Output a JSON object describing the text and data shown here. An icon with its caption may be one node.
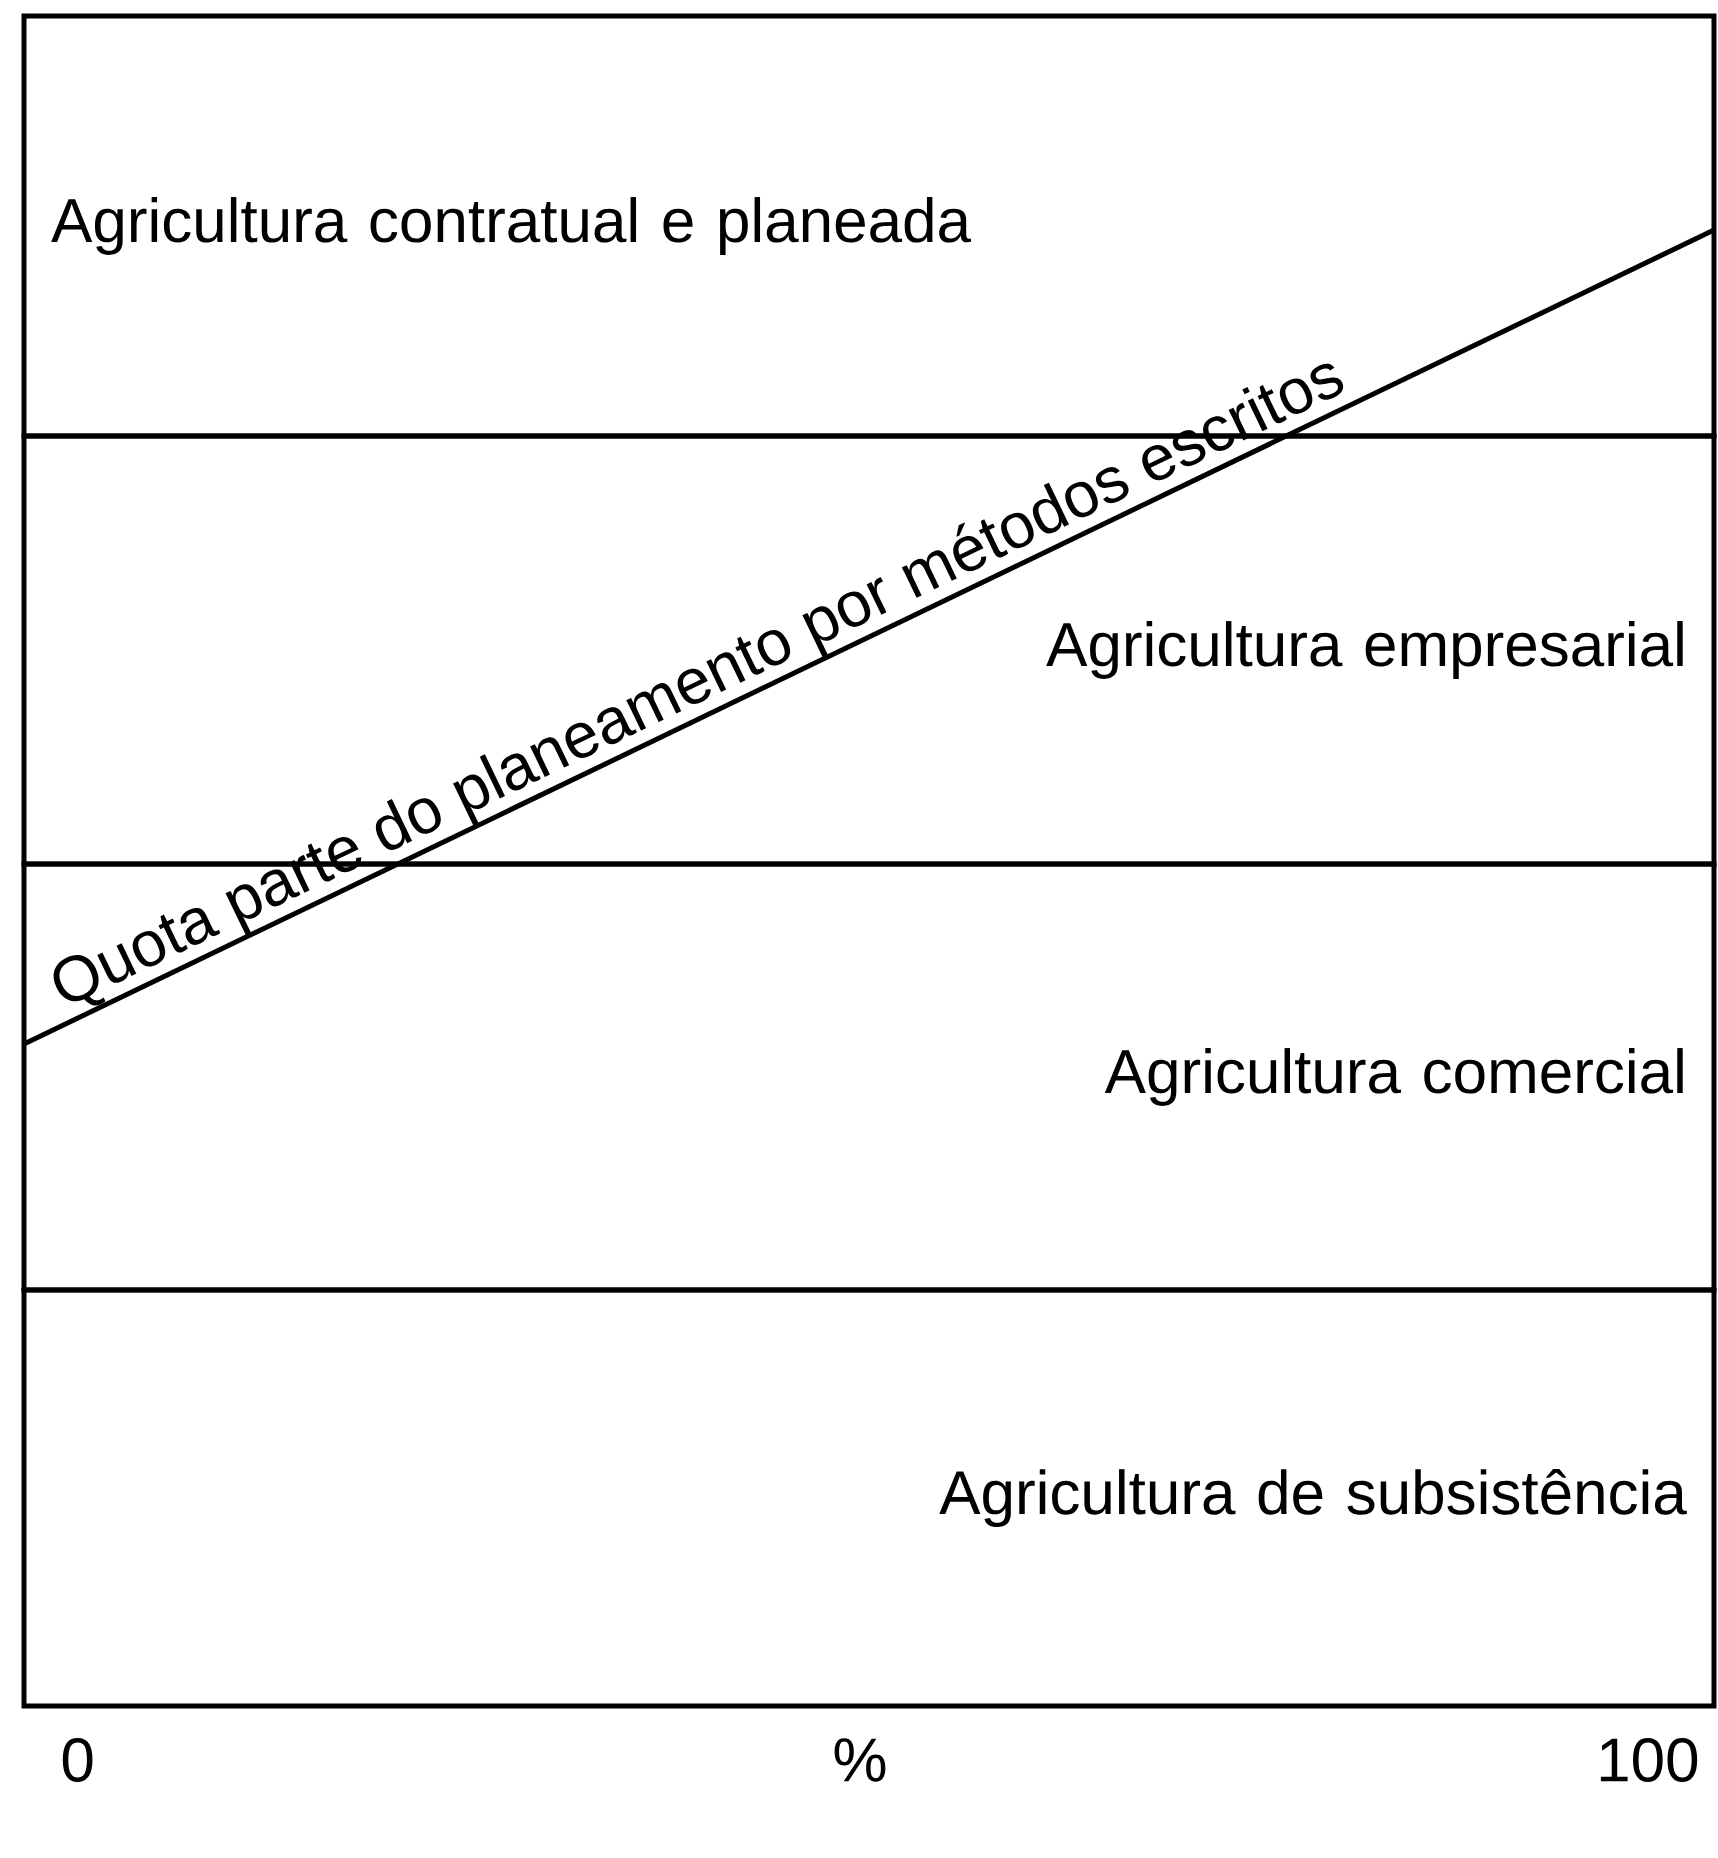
{
  "diagram": {
    "nodes": [
      {
        "text": [
          "Agricultura contratual e planeada"
        ]
      },
      {
        "text": [
          "Agricultura empresarial"
        ]
      },
      {
        "text": [
          "Agricultura comercial"
        ]
      },
      {
        "text": [
          "Agricultura de subsistência"
        ]
      }
    ],
    "labels": [
      "Quota parte do planeamento por métodos escritos",
      "0",
      "%",
      "100"
    ]
  }
}
